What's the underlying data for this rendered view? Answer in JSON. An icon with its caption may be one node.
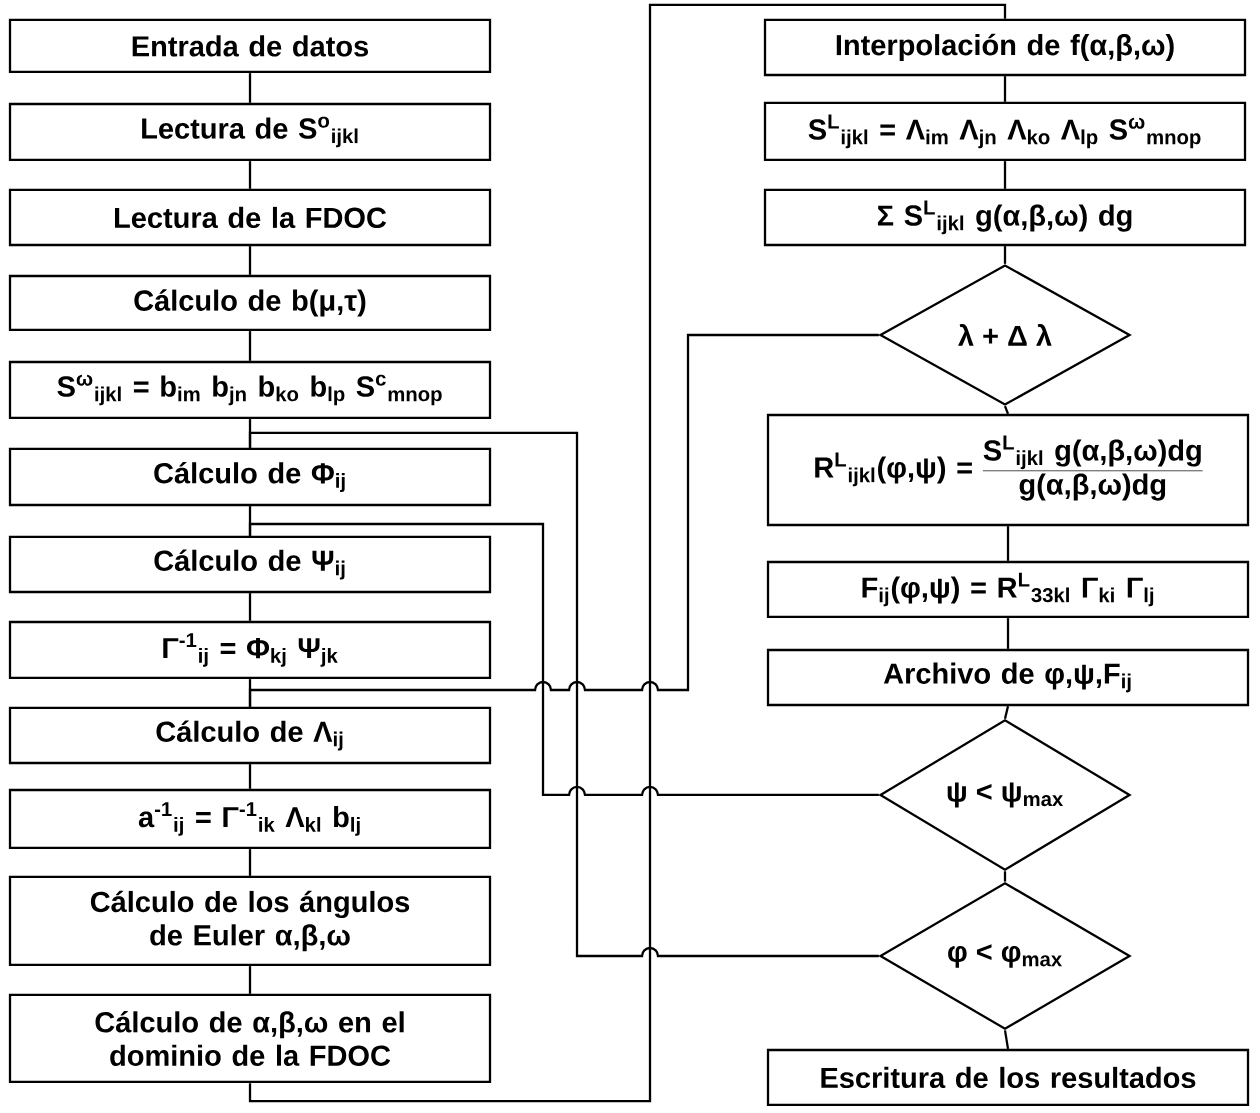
{
  "diagram": {
    "nodes": [
      {
        "text": [
          "Entrada de datos"
        ]
      },
      {
        "text": [
          "Lectura de S$^{o}$$_{ijkl}$"
        ]
      },
      {
        "text": [
          "Lectura de la FDOC"
        ]
      },
      {
        "text": [
          "Cálculo de b(μ,τ)"
        ]
      },
      {
        "text": [
          "S$^{ω}$$_{ijkl}$ = b$_{im}$ b$_{jn}$ b$_{ko}$ b$_{lp}$ S$^{c}$$_{mnop}$"
        ]
      },
      {
        "text": [
          "Cálculo de Φ$_{ij}$"
        ]
      },
      {
        "text": [
          "Cálculo de Ψ$_{ij}$"
        ]
      },
      {
        "text": [
          "Γ$^{-1}$$_{ij}$ = Φ$_{kj}$ Ψ$_{jk}$"
        ]
      },
      {
        "text": [
          "Cálculo de Λ$_{ij}$"
        ]
      },
      {
        "text": [
          "a$^{-1}$$_{ij}$ = Γ$^{-1}$$_{ik}$ Λ$_{kl}$ b$_{lj}$"
        ]
      },
      {
        "text": [
          "Cálculo de los ángulos de Euler α,β,ω"
        ]
      },
      {
        "text": [
          "Cálculo de α,β,ω en el dominio de la FDOC"
        ]
      },
      {
        "text": [
          "Interpolación de f(α,β,ω)"
        ]
      },
      {
        "text": [
          "S$^{L}$$_{ijkl}$ = Λ$_{im}$ Λ$_{jn}$ Λ$_{ko}$ Λ$_{lp}$ S$^{ω}$$_{mnop}$"
        ]
      },
      {
        "text": [
          "Σ S$^{L}$$_{ijkl}$ g(α,β,ω) dg"
        ]
      },
      {
        "text": [
          "λ + Δ λ"
        ]
      },
      {
        "text": [
          "R$^{L}$$_{ijkl}$(φ,ψ) =",
          "S$^{L}$$_{ijkl}$ g(α,β,ω)dg",
          "g(α,β,ω)dg"
        ]
      },
      {
        "text": [
          "F$_{ij}$(φ,ψ) = R$^{L}$$_{33kl}$ Γ$_{ki}$ Γ$_{lj}$"
        ]
      },
      {
        "text": [
          "Archivo de φ,ψ,F$_{ij}$"
        ]
      },
      {
        "text": [
          "ψ < ψ$_{max}$"
        ]
      },
      {
        "text": [
          "φ < φ$_{max}$"
        ]
      },
      {
        "text": [
          "Escritura de los resultados"
        ]
      }
    ],
    "edges": [
      {
        "from": 0,
        "to": 1,
        "arrow": "none"
      },
      {
        "from": 1,
        "to": 2,
        "arrow": "none"
      },
      {
        "from": 2,
        "to": 3,
        "arrow": "none"
      },
      {
        "from": 3,
        "to": 4,
        "arrow": "none"
      },
      {
        "from": 4,
        "to": 5,
        "arrow": "none"
      },
      {
        "from": 5,
        "to": 6,
        "arrow": "none"
      },
      {
        "from": 6,
        "to": 7,
        "arrow": "none"
      },
      {
        "from": 7,
        "to": 8,
        "arrow": "none"
      },
      {
        "from": 8,
        "to": 9,
        "arrow": "none"
      },
      {
        "from": 9,
        "to": 10,
        "arrow": "none"
      },
      {
        "from": 10,
        "to": 11,
        "arrow": "none"
      },
      {
        "from": 11,
        "to": 12,
        "arrow": "none"
      },
      {
        "from": 12,
        "to": 13,
        "arrow": "none"
      },
      {
        "from": 13,
        "to": 14,
        "arrow": "none"
      },
      {
        "from": 14,
        "to": 15,
        "arrow": "none"
      },
      {
        "from": 15,
        "to": 16,
        "arrow": "none"
      },
      {
        "from": 16,
        "to": 17,
        "arrow": "none"
      },
      {
        "from": 17,
        "to": 18,
        "arrow": "none"
      },
      {
        "from": 18,
        "to": 19,
        "arrow": "none"
      },
      {
        "from": 19,
        "to": 20,
        "arrow": "none"
      },
      {
        "from": 20,
        "to": 21,
        "arrow": "none"
      },
      {
        "from": 15,
        "to": 8,
        "arrow": "none"
      },
      {
        "from": 19,
        "to": 6,
        "arrow": "none"
      },
      {
        "from": 20,
        "to": 5,
        "arrow": "none"
      }
    ]
  }
}
